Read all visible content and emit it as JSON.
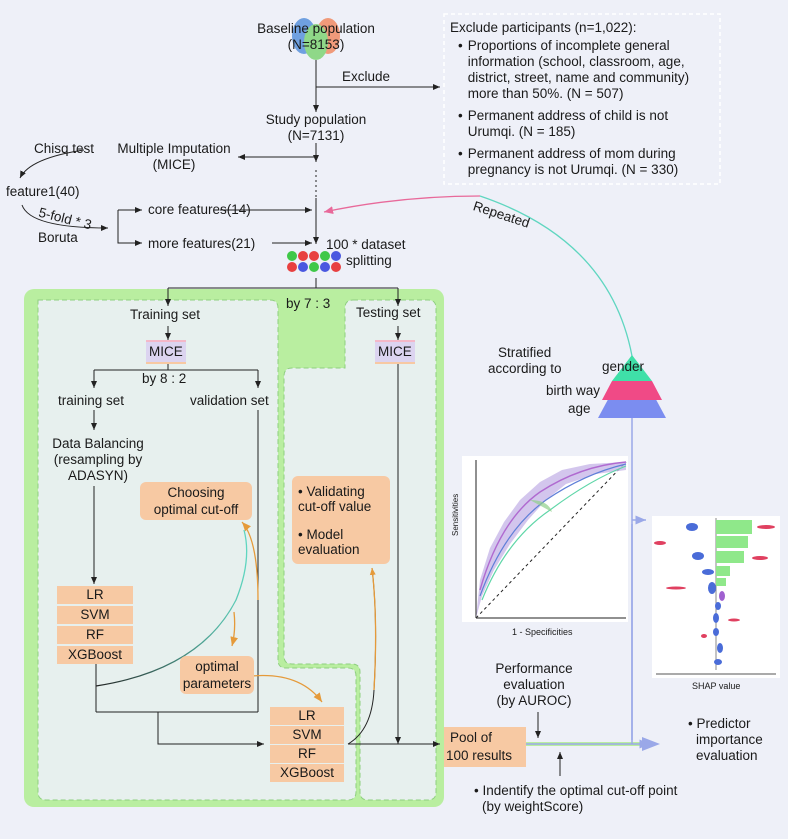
{
  "baseline": {
    "line1": "Baseline population",
    "line2": "(N=8153)"
  },
  "exclude_label": "Exclude",
  "exclude_box": {
    "title": "Exclude participants (n=1,022):",
    "items": [
      "Proportions of incomplete general information (school, classroom, age, district, street, name and community) more than 50%. (N = 507)",
      "Permanent address of child is not Urumqi. (N = 185)",
      "Permanent address of mom during pregnancy is not Urumqi. (N = 330)"
    ]
  },
  "study": {
    "line1": "Study population",
    "line2": "(N=7131)"
  },
  "mice_top": {
    "line1": "Multiple Imputation",
    "line2": "(MICE)"
  },
  "chisq": "Chisq test",
  "feature1": "feature1(40)",
  "fold": "5-fold * 3",
  "boruta": "Boruta",
  "core_features": "core features(14)",
  "more_features": "more features(21)",
  "repeated": "Repeated",
  "dataset_split": {
    "line1": "100 * dataset",
    "line2": "splitting"
  },
  "by73": "by 7 : 3",
  "training_set": "Training set",
  "testing_set": "Testing set",
  "mice": "MICE",
  "by82": "by 8 : 2",
  "training_sub": "training set",
  "validation_sub": "validation set",
  "balancing": {
    "line1": "Data Balancing",
    "line2": "(resampling by",
    "line3": "ADASYN)"
  },
  "choosing": {
    "line1": "Choosing",
    "line2": "optimal cut-off"
  },
  "validating": {
    "line1": "Validating",
    "line2": "cut-off value",
    "line3": "Model",
    "line4": "evaluation"
  },
  "algorithms": [
    "LR",
    "SVM",
    "RF",
    "XGBoost"
  ],
  "optimal_params": {
    "line1": "optimal",
    "line2": "parameters"
  },
  "stratified": {
    "line1": "Stratified",
    "line2": "according to",
    "gender": "gender",
    "birth": "birth way",
    "age": "age"
  },
  "roc": {
    "ylabel": "Sensitivities",
    "xlabel": "1 - Specificities"
  },
  "shap": {
    "xlabel": "SHAP value"
  },
  "performance": {
    "line1": "Performance",
    "line2": "evaluation",
    "line3": "(by AUROC)"
  },
  "pool": {
    "line1": "Pool of",
    "line2": "100 results"
  },
  "predictor": {
    "line1": "Predictor",
    "line2": "importance",
    "line3": "evaluation"
  },
  "cutoff_point": {
    "line1": "Indentify the optimal cut-off point",
    "line2": "(by weightScore)"
  },
  "colors": {
    "green_panel": "#b9eea0",
    "orange": "#f7c9a3",
    "pink_arrow": "#e8699a",
    "teal_arrow": "#5fd6c0"
  }
}
